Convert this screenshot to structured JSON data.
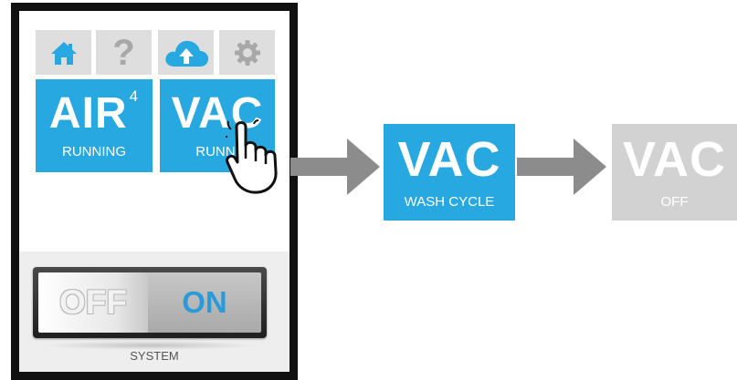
{
  "nav_icons": [
    {
      "name": "home-icon",
      "color": "#27a8e0"
    },
    {
      "name": "help-icon",
      "glyph": "?",
      "color": "#a8a8a8"
    },
    {
      "name": "cloud-upload-icon",
      "color": "#27a8e0"
    },
    {
      "name": "gear-icon",
      "color": "#a8a8a8"
    }
  ],
  "tiles": {
    "air": {
      "title": "AIR",
      "badge": "4",
      "status": "RUNNING"
    },
    "vac": {
      "title": "VAC",
      "status": "RUNNI"
    }
  },
  "switch": {
    "off_label": "OFF",
    "on_label": "ON",
    "caption": "SYSTEM",
    "state": "ON"
  },
  "flow": {
    "wash": {
      "title": "VAC",
      "status": "WASH CYCLE"
    },
    "off": {
      "title": "VAC",
      "status": "OFF"
    }
  },
  "colors": {
    "accent": "#27a8e0",
    "inactive_tile": "#d2d2d2",
    "arrow": "#8c8c8c",
    "frame": "#111111"
  }
}
